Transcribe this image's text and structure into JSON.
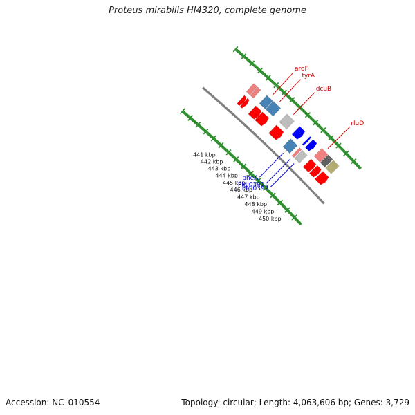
{
  "title": "Proteus mirabilis HI4320, complete genome",
  "footer": {
    "accession": "Accession: NC_010554",
    "summary": "Topology: circular; Length: 4,063,606 bp; Genes: 3,729"
  },
  "colors": {
    "backbone": "#7f7f7f",
    "tick_green": "#2f8f2f",
    "label_red": "#cc0000",
    "label_blue": "#0000cc",
    "red": "#ff0000",
    "salmon": "#f08080",
    "steel_blue": "#4682b4",
    "grey": "#bebebe",
    "dark_grey": "#606060",
    "blue": "#0000ff",
    "olive": "#b5ad72"
  },
  "scale_ticks": [
    {
      "position_kbp": 441,
      "label": "441 kbp"
    },
    {
      "position_kbp": 442,
      "label": "442 kbp"
    },
    {
      "position_kbp": 443,
      "label": "443 kbp"
    },
    {
      "position_kbp": 444,
      "label": "444 kbp"
    },
    {
      "position_kbp": 445,
      "label": "445 kbp"
    },
    {
      "position_kbp": 446,
      "label": "446 kbp"
    },
    {
      "position_kbp": 447,
      "label": "447 kbp"
    },
    {
      "position_kbp": 448,
      "label": "448 kbp"
    },
    {
      "position_kbp": 449,
      "label": "449 kbp"
    },
    {
      "position_kbp": 450,
      "label": "450 kbp"
    }
  ],
  "features": [
    {
      "track": 0,
      "start_kbp": 439.35,
      "end_kbp": 439.8,
      "color": "salmon"
    },
    {
      "track": 0,
      "start_kbp": 439.85,
      "end_kbp": 440.25,
      "color": "salmon"
    },
    {
      "track": 1,
      "start_kbp": 439.45,
      "end_kbp": 439.85,
      "color": "red",
      "arrow": true
    },
    {
      "track": 1,
      "start_kbp": 439.85,
      "end_kbp": 440.2,
      "color": "red",
      "arrow": true
    },
    {
      "track": 0,
      "start_kbp": 441.0,
      "end_kbp": 441.75,
      "color": "steel_blue",
      "name": "aroF",
      "label_color": "red"
    },
    {
      "track": 0,
      "start_kbp": 441.8,
      "end_kbp": 442.75,
      "color": "steel_blue",
      "name": "tyrA",
      "label_color": "red"
    },
    {
      "track": 1,
      "start_kbp": 440.9,
      "end_kbp": 441.75,
      "color": "red",
      "arrow": true
    },
    {
      "track": 1,
      "start_kbp": 441.75,
      "end_kbp": 442.7,
      "color": "red",
      "arrow": true
    },
    {
      "track": 0,
      "start_kbp": 443.55,
      "end_kbp": 444.5,
      "color": "grey",
      "name": "dcuB",
      "label_color": "red"
    },
    {
      "track": 1,
      "start_kbp": 443.55,
      "end_kbp": 444.6,
      "color": "red",
      "arrow": true
    },
    {
      "track": 0,
      "start_kbp": 445.2,
      "end_kbp": 446.0,
      "color": "blue",
      "arrow": true
    },
    {
      "track": 0,
      "start_kbp": 446.55,
      "end_kbp": 446.75,
      "color": "blue",
      "arrow": true
    },
    {
      "track": 0,
      "start_kbp": 446.95,
      "end_kbp": 447.55,
      "color": "blue",
      "arrow": true
    },
    {
      "track": 1,
      "start_kbp": 445.4,
      "end_kbp": 446.3,
      "color": "steel_blue",
      "name": "pheA",
      "label_color": "blue"
    },
    {
      "track": 1,
      "start_kbp": 446.6,
      "end_kbp": 446.85,
      "color": "salmon",
      "name": "PMI0391",
      "label_color": "blue"
    },
    {
      "track": 1,
      "start_kbp": 446.95,
      "end_kbp": 447.6,
      "color": "grey",
      "name": "PMI0392",
      "label_color": "blue"
    },
    {
      "track": 0,
      "start_kbp": 448.1,
      "end_kbp": 448.9,
      "color": "salmon",
      "name": "rluD",
      "label_color": "red"
    },
    {
      "track": 0,
      "start_kbp": 448.95,
      "end_kbp": 449.55,
      "color": "dark_grey"
    },
    {
      "track": 1,
      "start_kbp": 448.1,
      "end_kbp": 448.9,
      "color": "red",
      "arrow": true
    },
    {
      "track": 1,
      "start_kbp": 448.95,
      "end_kbp": 449.6,
      "color": "red",
      "arrow": true
    },
    {
      "track": 0,
      "start_kbp": 449.65,
      "end_kbp": 450.4,
      "color": "olive"
    },
    {
      "track": 1,
      "start_kbp": 449.7,
      "end_kbp": 450.6,
      "color": "red",
      "arrow": true
    }
  ]
}
